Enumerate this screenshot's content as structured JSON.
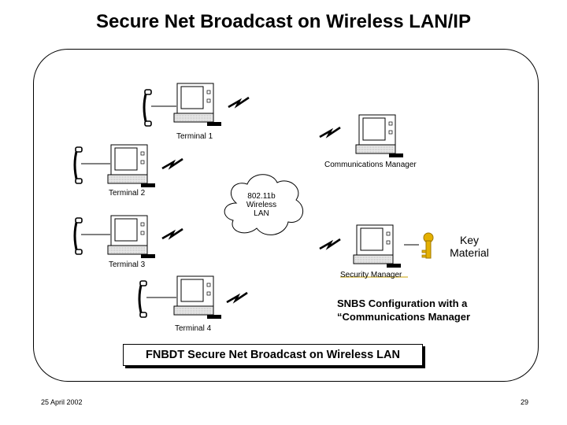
{
  "title": "Secure Net Broadcast on Wireless LAN/IP",
  "labels": {
    "terminal1": "Terminal 1",
    "terminal2": "Terminal 2",
    "terminal3": "Terminal 3",
    "terminal4": "Terminal 4",
    "comm_manager": "Communications Manager",
    "security_manager": "Security Manager"
  },
  "cloud": {
    "line1": "802.11b",
    "line2": "Wireless",
    "line3": "LAN"
  },
  "key": {
    "line1": "Key",
    "line2": "Material"
  },
  "config_note": {
    "line1": "SNBS Configuration with a",
    "line2": "“Communications Manager"
  },
  "caption": "FNBDT Secure Net Broadcast on Wireless LAN",
  "footer": {
    "date": "25 April 2002",
    "page": "29"
  },
  "icons": [
    "computer-icon",
    "telephone-icon",
    "wireless-link-icon",
    "network-cloud-icon",
    "key-icon"
  ]
}
